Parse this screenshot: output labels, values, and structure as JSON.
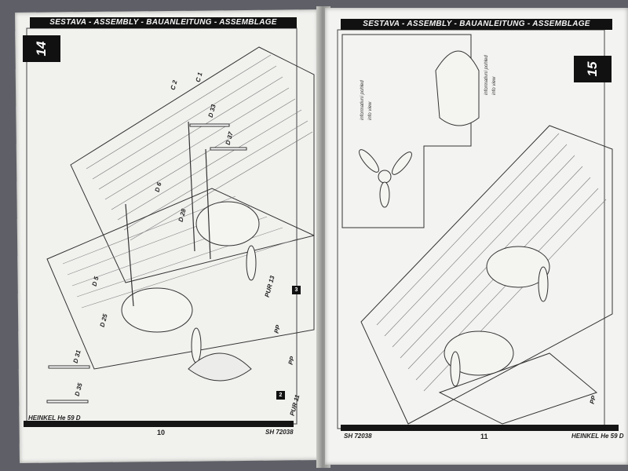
{
  "header": {
    "banner_left": "SESTAVA - ASSEMBLY - BAUANLEITUNG - ASSEMBLAGE",
    "banner_right": "SESTAVA - ASSEMBLY - BAUANLEITUNG - ASSEMBLAGE"
  },
  "left_page": {
    "step": "14",
    "page_number": "10",
    "footer_title": "HEINKEL He 59 D",
    "footer_code": "SH 72038",
    "part_labels": [
      "C 2",
      "C 1",
      "D 33",
      "D 37",
      "D 6",
      "D 28",
      "D 5",
      "D 25",
      "D 31",
      "D 35",
      "PUR 13",
      "PP",
      "PP",
      "PUR 11",
      "2",
      "3"
    ]
  },
  "right_page": {
    "step": "15",
    "page_number": "11",
    "footer_code": "SH 72038",
    "footer_title": "HEINKEL He 59 D",
    "notes": [
      "informativní pohled",
      "info view",
      "informativní pohled",
      "info view"
    ],
    "part_labels": [
      "PP"
    ]
  },
  "colors": {
    "background": "#5f6067",
    "paper": "#f1f1ee",
    "ink": "#111111"
  }
}
